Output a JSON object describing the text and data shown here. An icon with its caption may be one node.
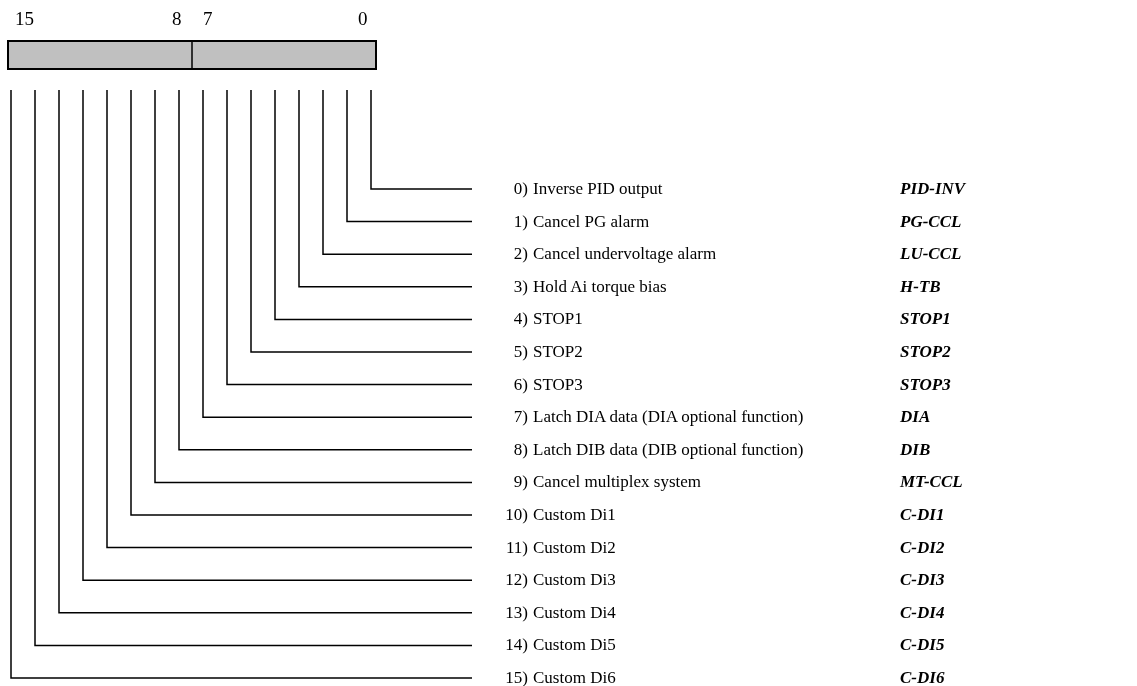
{
  "diagram": {
    "nodes": [
      {
        "text": [
          "0)",
          "Inverse PID output",
          "PID-INV"
        ]
      },
      {
        "text": [
          "1)",
          "Cancel PG alarm",
          "PG-CCL"
        ]
      },
      {
        "text": [
          "2)",
          "Cancel undervoltage alarm",
          "LU-CCL"
        ]
      },
      {
        "text": [
          "3)",
          "Hold Ai torque bias",
          "H-TB"
        ]
      },
      {
        "text": [
          "4)",
          "STOP1",
          "STOP1"
        ]
      },
      {
        "text": [
          "5)",
          "STOP2",
          "STOP2"
        ]
      },
      {
        "text": [
          "6)",
          "STOP3",
          "STOP3"
        ]
      },
      {
        "text": [
          "7)",
          "Latch DIA data (DIA optional function)",
          "DIA"
        ]
      },
      {
        "text": [
          "8)",
          "Latch DIB data (DIB optional function)",
          "DIB"
        ]
      },
      {
        "text": [
          "9)",
          "Cancel multiplex system",
          "MT-CCL"
        ]
      },
      {
        "text": [
          "10)",
          "Custom Di1",
          "C-DI1"
        ]
      },
      {
        "text": [
          "11)",
          "Custom Di2",
          "C-DI2"
        ]
      },
      {
        "text": [
          "12)",
          "Custom Di3",
          "C-DI3"
        ]
      },
      {
        "text": [
          "13)",
          "Custom Di4",
          "C-DI4"
        ]
      },
      {
        "text": [
          "14)",
          "Custom Di5",
          "C-DI5"
        ]
      },
      {
        "text": [
          "15)",
          "Custom Di6",
          "C-DI6"
        ]
      }
    ],
    "edges": [
      {
        "from": 0,
        "to": null,
        "arrow": "none"
      },
      {
        "from": 1,
        "to": null,
        "arrow": "none"
      },
      {
        "from": 2,
        "to": null,
        "arrow": "none"
      },
      {
        "from": 3,
        "to": null,
        "arrow": "none"
      },
      {
        "from": 4,
        "to": null,
        "arrow": "none"
      },
      {
        "from": 5,
        "to": null,
        "arrow": "none"
      },
      {
        "from": 6,
        "to": null,
        "arrow": "none"
      },
      {
        "from": 7,
        "to": null,
        "arrow": "none"
      },
      {
        "from": 8,
        "to": null,
        "arrow": "none"
      },
      {
        "from": 9,
        "to": null,
        "arrow": "none"
      },
      {
        "from": 10,
        "to": null,
        "arrow": "none"
      },
      {
        "from": 11,
        "to": null,
        "arrow": "none"
      },
      {
        "from": 12,
        "to": null,
        "arrow": "none"
      },
      {
        "from": 13,
        "to": null,
        "arrow": "none"
      },
      {
        "from": 14,
        "to": null,
        "arrow": "none"
      },
      {
        "from": 15,
        "to": null,
        "arrow": "none"
      }
    ],
    "labels": [
      "15",
      "8",
      "7",
      "0"
    ]
  }
}
